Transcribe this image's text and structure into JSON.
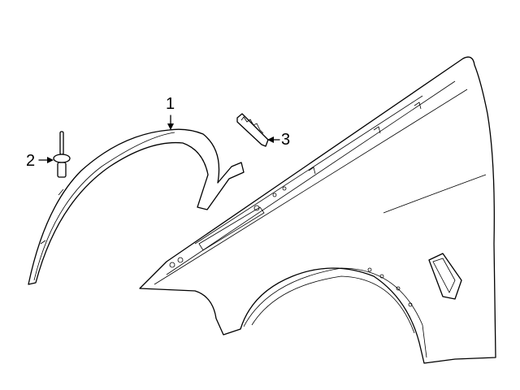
{
  "diagram": {
    "callouts": [
      {
        "id": "1",
        "label": "1"
      },
      {
        "id": "2",
        "label": "2"
      },
      {
        "id": "3",
        "label": "3"
      }
    ],
    "line_color": "#000000",
    "background": "#ffffff"
  }
}
